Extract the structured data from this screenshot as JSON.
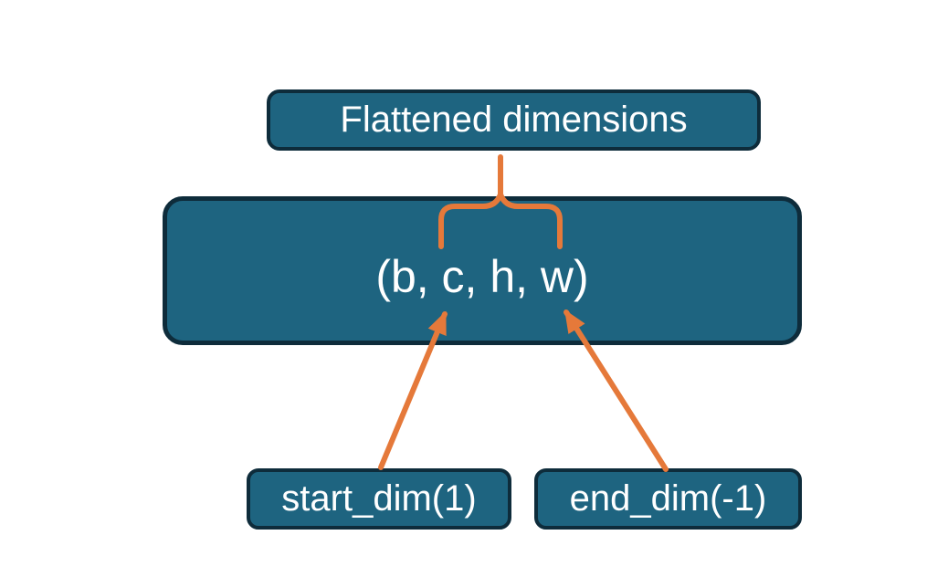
{
  "diagram": {
    "nodes": {
      "flattened": {
        "label": "Flattened dimensions"
      },
      "tensor": {
        "label": "(b, c, h, w)"
      },
      "start_dim": {
        "label": "start_dim(1)"
      },
      "end_dim": {
        "label": "end_dim(-1)"
      }
    },
    "colors": {
      "node_fill": "#1e6480",
      "node_border": "#0e2c3b",
      "connector": "#e5793a",
      "text": "#ffffff",
      "background": "#ffffff"
    }
  }
}
